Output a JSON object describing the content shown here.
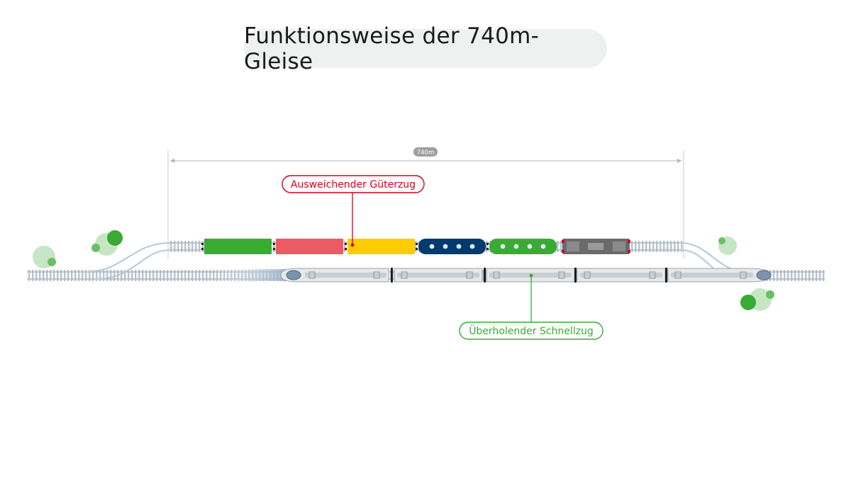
{
  "title": "Funktionsweise der 740m-Gleise",
  "measure": {
    "label": "740m"
  },
  "freight": {
    "label": "Ausweichender Güterzug",
    "color": "#d0021b",
    "wagons": [
      "#3aaa35",
      "#ec5a63",
      "#ffcc00",
      "#003a6e",
      "#3aaa35"
    ],
    "loco_color": "#6b6b6b"
  },
  "express": {
    "label": "Überholender Schnellzug",
    "color": "#3aaa35",
    "cars": 5
  },
  "colors": {
    "track": "#bcc7d1",
    "tree_dark": "#3aaa35",
    "tree_light": "#c7e6c4"
  }
}
